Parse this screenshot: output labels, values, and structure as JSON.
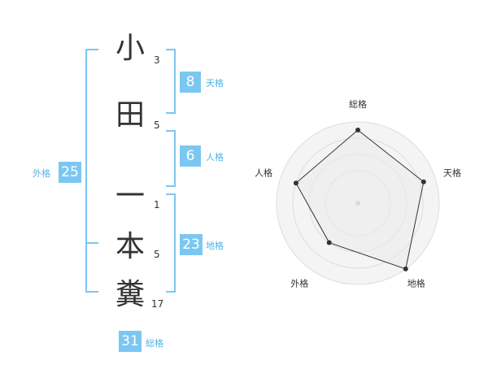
{
  "name": {
    "chars": [
      {
        "char": "小",
        "strokes": "3"
      },
      {
        "char": "田",
        "strokes": "5"
      },
      {
        "char": "一",
        "strokes": "1"
      },
      {
        "char": "本",
        "strokes": "5"
      },
      {
        "char": "糞",
        "strokes": "17"
      }
    ]
  },
  "kaku": {
    "tenkaku": {
      "value": "8",
      "label": "天格"
    },
    "jinkaku": {
      "value": "6",
      "label": "人格"
    },
    "chikaku": {
      "value": "23",
      "label": "地格"
    },
    "gaikaku": {
      "value": "25",
      "label": "外格"
    },
    "soukaku": {
      "value": "31",
      "label": "総格"
    }
  },
  "colors": {
    "accent": "#7cc7f2",
    "label": "#4fb3ea",
    "text": "#333333"
  },
  "chart_data": {
    "type": "radar",
    "axes": [
      "総格",
      "天格",
      "地格",
      "外格",
      "人格"
    ],
    "values": [
      0.9,
      0.85,
      1.0,
      0.6,
      0.8
    ],
    "rmax": 1.0
  }
}
